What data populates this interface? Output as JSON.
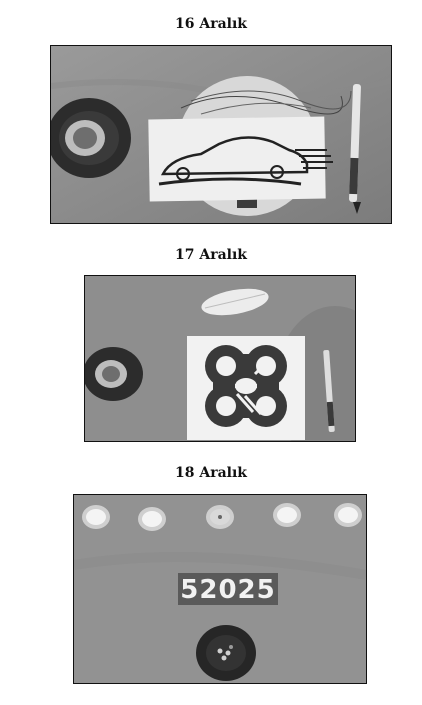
{
  "captions": [
    "16 Aralık",
    "17 Aralık",
    "18 Aralık"
  ],
  "photo3": {
    "number_sign": "52025"
  },
  "colors": {
    "background": "#ffffff",
    "frame": "#111111",
    "photo_gray": "#8c8c8c"
  }
}
